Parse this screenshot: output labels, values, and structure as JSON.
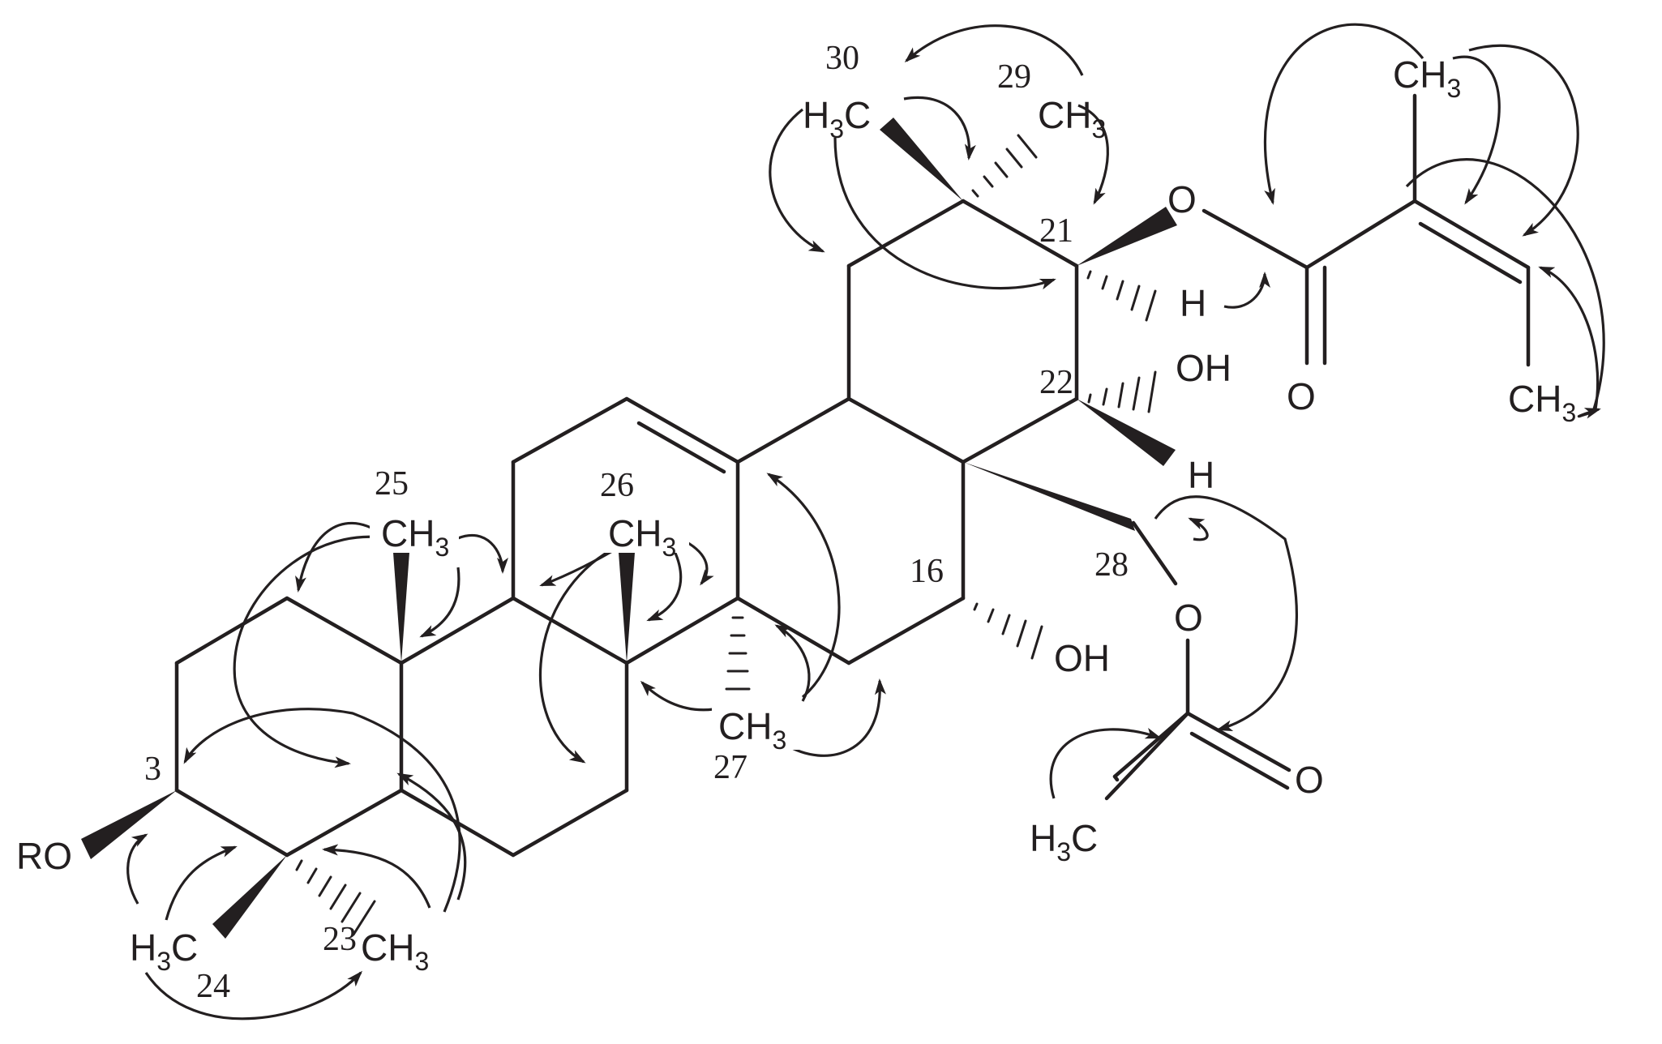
{
  "labels": {
    "ro": "RO",
    "oh_22": "OH",
    "oh_16": "OH",
    "h_21": "H",
    "h_22": "H",
    "o_ester_21": "O",
    "o_carbonyl_angelate": "O",
    "o_28": "O",
    "o_carbonyl_acetate": "O",
    "ch3_c": "CH",
    "h3_c": "H",
    "c_char": "C",
    "sub3": "3"
  },
  "positions": {
    "n3": "3",
    "n16": "16",
    "n21": "21",
    "n22": "22",
    "n23": "23",
    "n24": "24",
    "n25": "25",
    "n26": "26",
    "n27": "27",
    "n28": "28",
    "n29": "29",
    "n30": "30"
  },
  "colors": {
    "ink": "#231f20",
    "background": "#ffffff"
  }
}
